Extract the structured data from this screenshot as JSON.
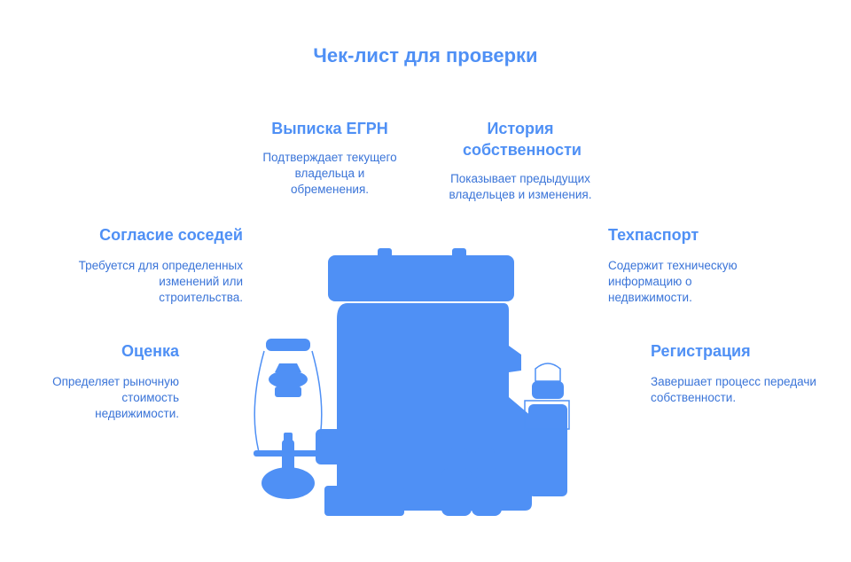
{
  "title": "Чек-лист для проверки",
  "colors": {
    "accent": "#4F90F5",
    "fill": "#4F90F5",
    "text": "#3A74D8"
  },
  "items": [
    {
      "id": "egrn",
      "heading": "Выписка ЕГРН",
      "description": "Подтверждает текущего владельца и обременения."
    },
    {
      "id": "history",
      "heading": "История собственности",
      "description": "Показывает предыдущих владельцев и изменения."
    },
    {
      "id": "neighbors",
      "heading": "Согласие соседей",
      "description": "Требуется для определенных изменений или строительства."
    },
    {
      "id": "techpassport",
      "heading": "Техпаспорт",
      "description": "Содержит техническую информацию о недвижимости."
    },
    {
      "id": "valuation",
      "heading": "Оценка",
      "description": "Определяет рыночную стоимость недвижимости."
    },
    {
      "id": "registration",
      "heading": "Регистрация",
      "description": "Завершает процесс передачи собственности."
    }
  ],
  "illustration": {
    "name": "travel-gear-icon"
  }
}
